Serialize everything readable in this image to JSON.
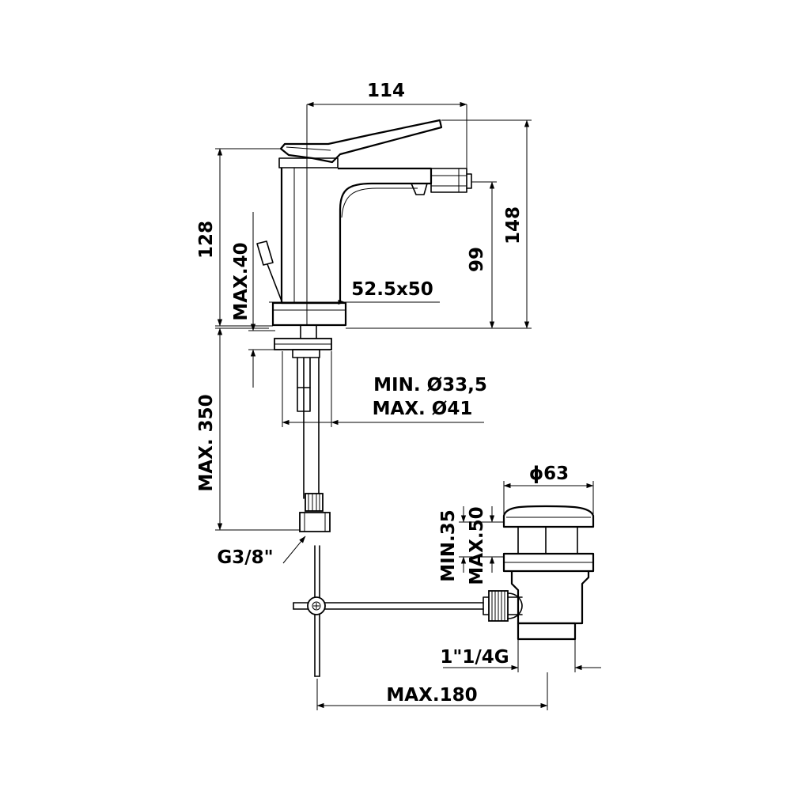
{
  "drawing": {
    "dimensions": {
      "width_114": "114",
      "height_148": "148",
      "height_128": "128",
      "height_99": "99",
      "max_40": "MAX.40",
      "base_52_5x50": "52.5x50",
      "hole_min": "MIN. Ø33,5",
      "hole_max": "MAX. Ø41",
      "hose_max_350": "MAX. 350",
      "hose_thread": "G3/8\"",
      "waste_diameter": "ϕ63",
      "waste_min_35": "MIN.35",
      "waste_max_50": "MAX.50",
      "waste_thread": "1\"1/4G",
      "rod_max_180": "MAX.180"
    }
  }
}
